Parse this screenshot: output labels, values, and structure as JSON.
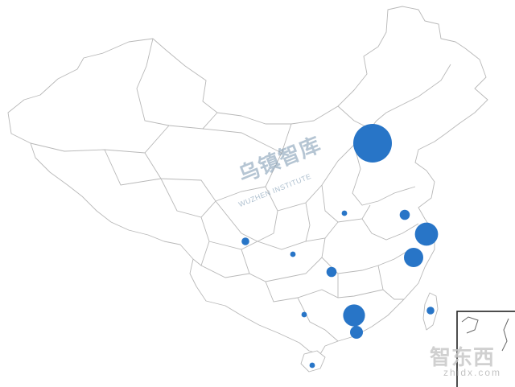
{
  "map": {
    "bubble_color": "#1f6fc5",
    "bubbles": [
      {
        "name": "Beijing",
        "value": 100
      },
      {
        "name": "Shanghai",
        "value": 36
      },
      {
        "name": "Zhejiang",
        "value": 25
      },
      {
        "name": "Guangdong",
        "value": 32
      },
      {
        "name": "Shenzhen",
        "value": 11
      },
      {
        "name": "Jiangsu",
        "value": 7
      },
      {
        "name": "Hunan",
        "value": 7
      },
      {
        "name": "Sichuan",
        "value": 4
      },
      {
        "name": "Taiwan",
        "value": 4
      },
      {
        "name": "Henan",
        "value": 2
      },
      {
        "name": "Chongqing",
        "value": 2
      },
      {
        "name": "Guangxi",
        "value": 2
      },
      {
        "name": "Hainan",
        "value": 2
      }
    ]
  },
  "watermarks": {
    "institute_cn": "乌镇智库",
    "institute_en": "WUZHEN INSTITUTE",
    "corner_cn": "智东西",
    "corner_en": "zhidx.com"
  }
}
